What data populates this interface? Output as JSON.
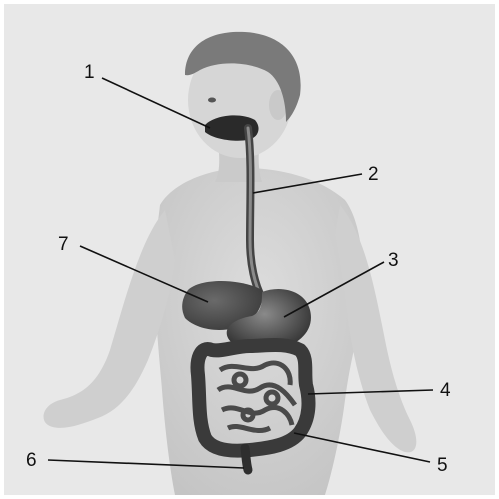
{
  "colors": {
    "background": "#e8e8e8",
    "skin": "#d3d3d3",
    "hair": "#7a7a7a",
    "organ_dark": "#3a3a3a",
    "leader": "#111111"
  },
  "labels": [
    {
      "id": "1",
      "text": "1"
    },
    {
      "id": "2",
      "text": "2"
    },
    {
      "id": "3",
      "text": "3"
    },
    {
      "id": "4",
      "text": "4"
    },
    {
      "id": "5",
      "text": "5"
    },
    {
      "id": "6",
      "text": "6"
    },
    {
      "id": "7",
      "text": "7"
    }
  ]
}
